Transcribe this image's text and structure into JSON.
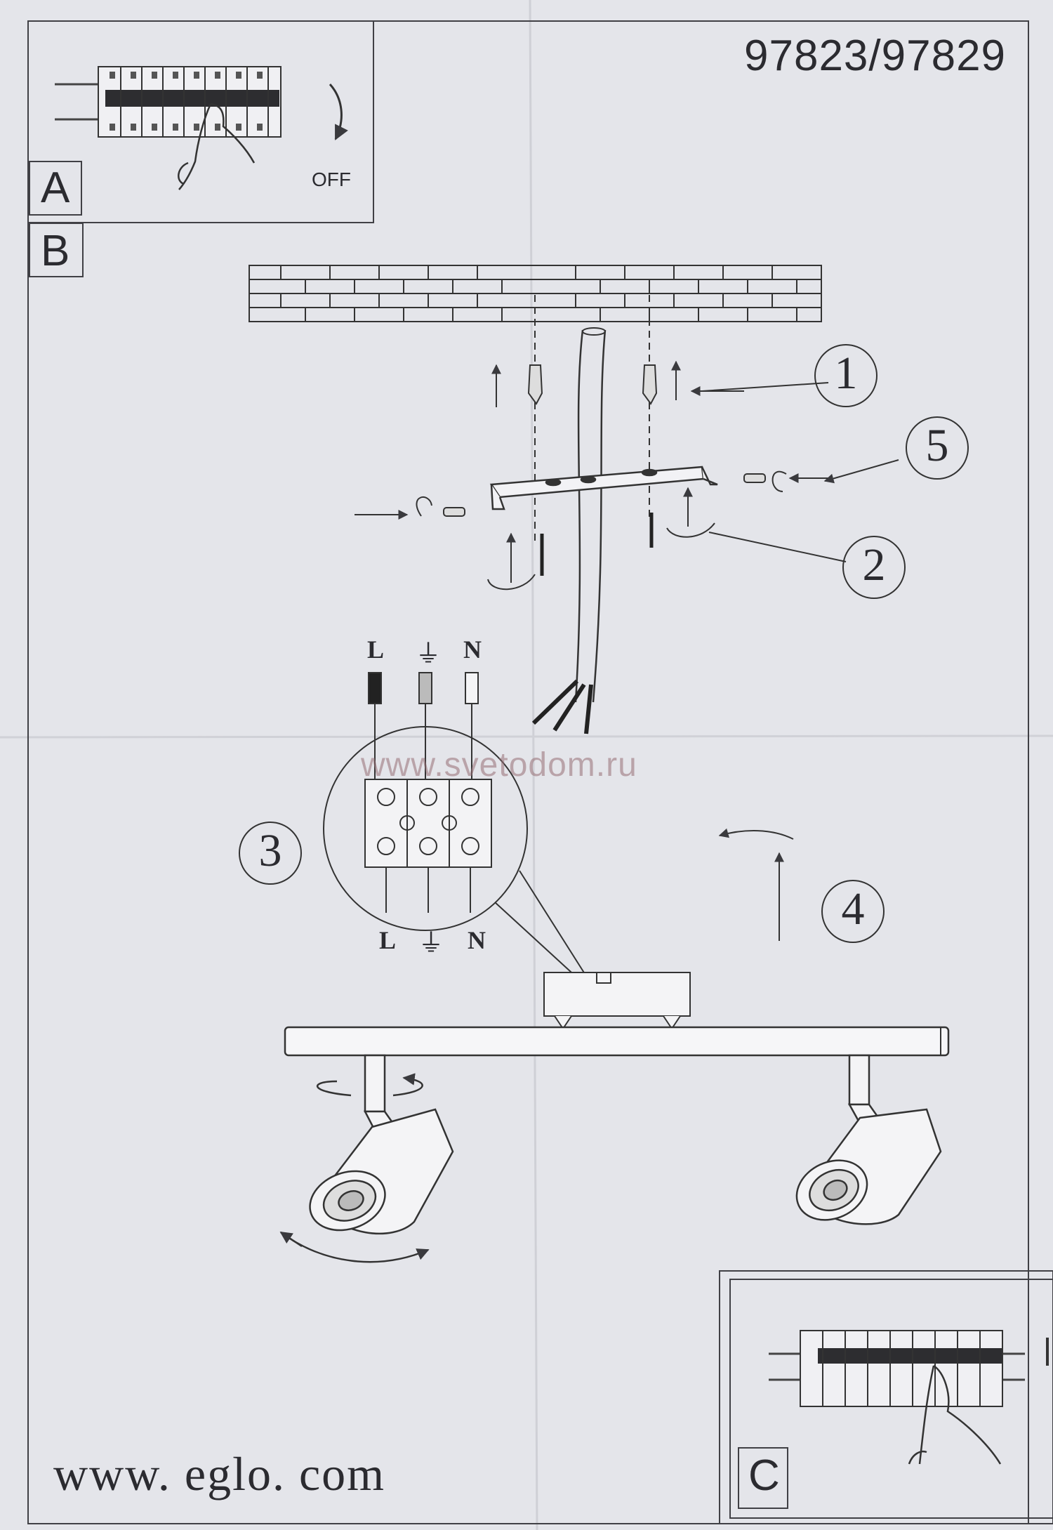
{
  "document": {
    "model_number": "97823/97829",
    "website": "www. eglo. com",
    "watermark": "www.svetodom.ru"
  },
  "panels": {
    "a": {
      "letter": "A",
      "switch_label": "OFF"
    },
    "b": {
      "letter": "B"
    },
    "c": {
      "letter": "C"
    }
  },
  "steps": [
    "1",
    "2",
    "3",
    "4",
    "5"
  ],
  "wiring": {
    "top_labels": [
      "L",
      "⏚",
      "N"
    ],
    "bottom_labels": [
      "L",
      "⏚",
      "N"
    ]
  },
  "colors": {
    "paper": "#e4e5ea",
    "ink": "#2b2b30",
    "watermark": "#966e73"
  }
}
